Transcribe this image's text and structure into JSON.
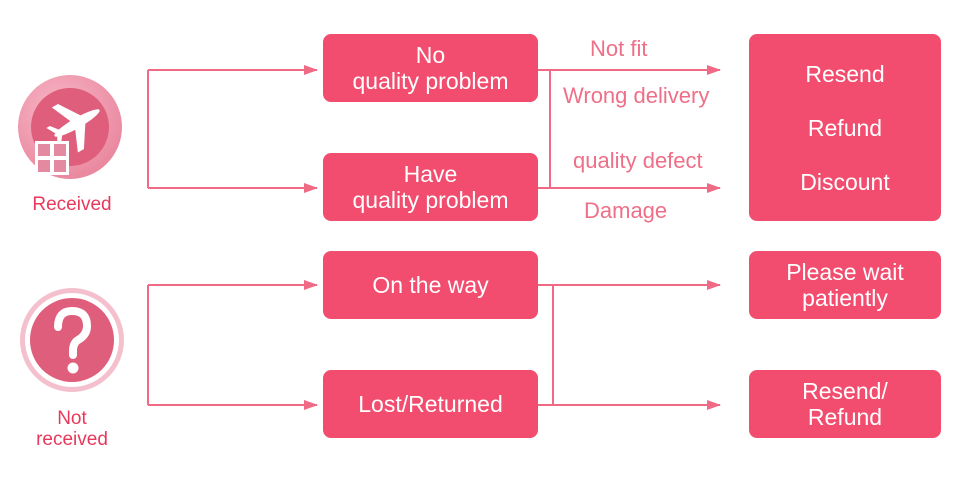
{
  "colors": {
    "box_fill": "#f24d6f",
    "connector": "#f06a86",
    "branch_label": "#ee6f88",
    "caption": "#e8395d",
    "icon_fill": "#de5e7c"
  },
  "status": {
    "received": {
      "icon": "airplane-package-icon",
      "label": "Received"
    },
    "not_received": {
      "icon": "question-mark-icon",
      "line1": "Not",
      "line2": "received"
    }
  },
  "conditions": {
    "no_quality": {
      "line1": "No",
      "line2": "quality problem"
    },
    "have_quality": {
      "line1": "Have",
      "line2": "quality problem"
    },
    "on_the_way": "On the way",
    "lost_returned": "Lost/Returned"
  },
  "reasons": {
    "not_fit": "Not fit",
    "wrong_delivery": "Wrong delivery",
    "quality_defect": "quality defect",
    "damage": "Damage"
  },
  "outcomes": {
    "resend": "Resend",
    "refund": "Refund",
    "discount": "Discount",
    "please_wait": {
      "line1": "Please wait",
      "line2": "patiently"
    },
    "resend_refund": {
      "line1": "Resend/",
      "line2": "Refund"
    }
  }
}
